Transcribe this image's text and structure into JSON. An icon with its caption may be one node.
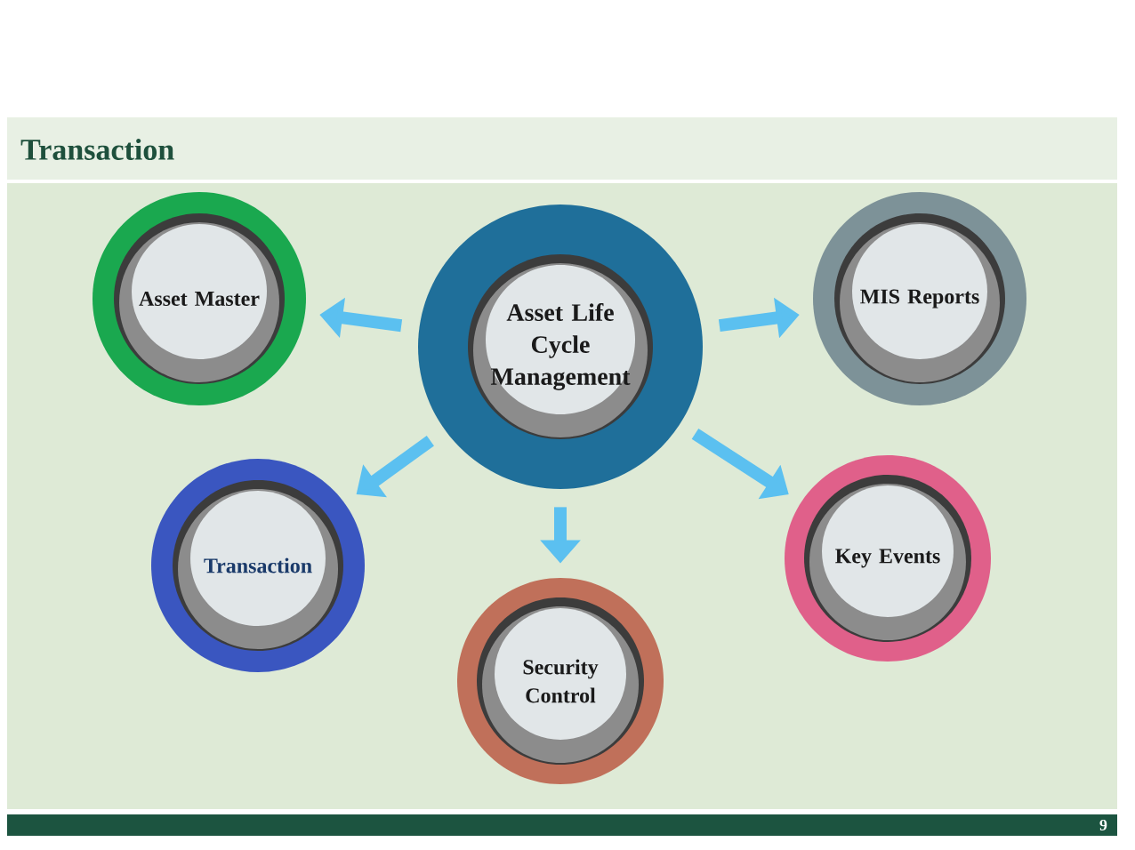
{
  "diagram": {
    "title": "Transaction",
    "nodes": [
      {
        "text": [
          "Asset Life Cycle Management"
        ]
      },
      {
        "text": [
          "Asset Master"
        ]
      },
      {
        "text": [
          "MIS Reports"
        ]
      },
      {
        "text": [
          "Transaction"
        ]
      },
      {
        "text": [
          "Key Events"
        ]
      },
      {
        "text": [
          "Security Control"
        ]
      }
    ],
    "edges": [
      {
        "from": 0,
        "to": 1,
        "arrow": "to"
      },
      {
        "from": 0,
        "to": 2,
        "arrow": "to"
      },
      {
        "from": 0,
        "to": 3,
        "arrow": "to"
      },
      {
        "from": 0,
        "to": 4,
        "arrow": "to"
      },
      {
        "from": 0,
        "to": 5,
        "arrow": "to"
      }
    ],
    "labels": [
      "9"
    ]
  }
}
